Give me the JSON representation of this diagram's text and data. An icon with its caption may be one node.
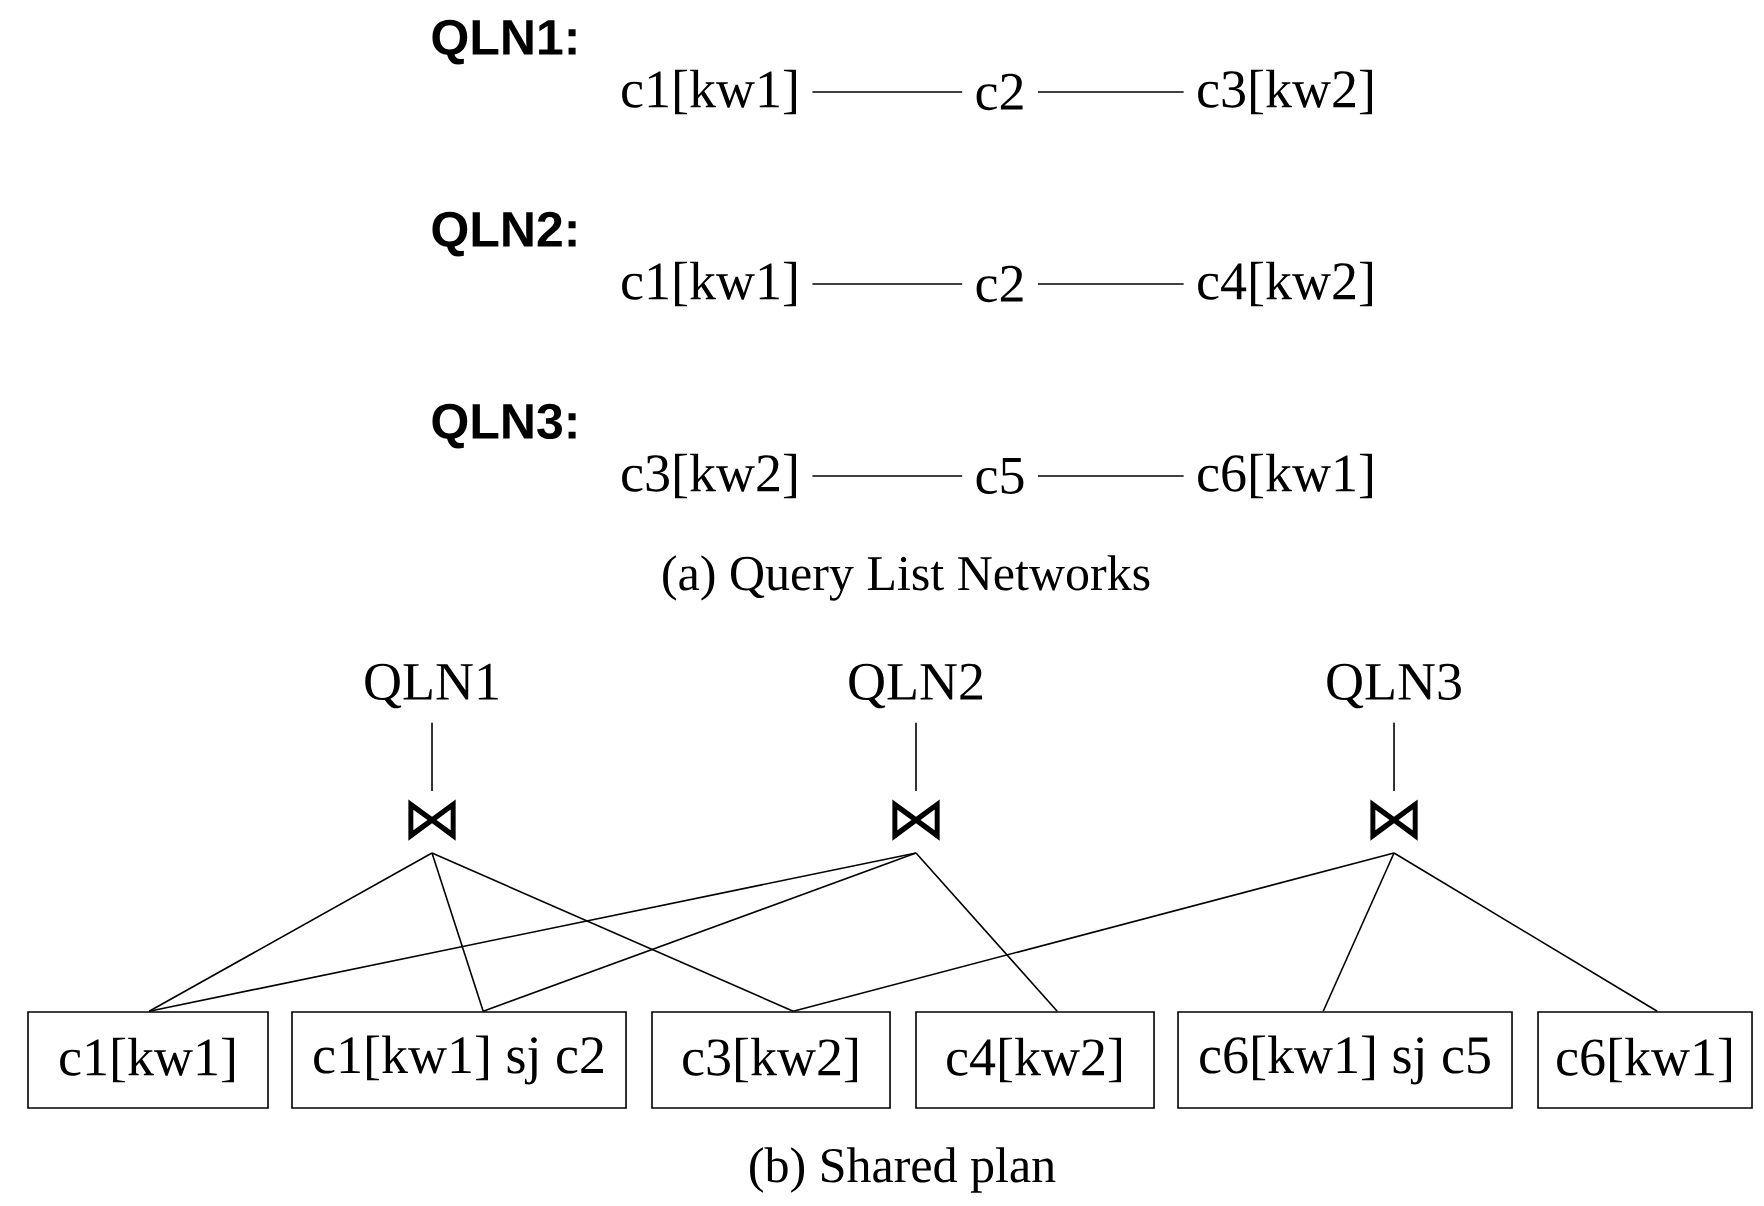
{
  "diagram": {
    "nodes": [
      {
        "text": [
          "c1[kw1]"
        ]
      },
      {
        "text": [
          "c2"
        ]
      },
      {
        "text": [
          "c3[kw2]"
        ]
      },
      {
        "text": [
          "c1[kw1]"
        ]
      },
      {
        "text": [
          "c2"
        ]
      },
      {
        "text": [
          "c4[kw2]"
        ]
      },
      {
        "text": [
          "c3[kw2]"
        ]
      },
      {
        "text": [
          "c5"
        ]
      },
      {
        "text": [
          "c6[kw1]"
        ]
      },
      {
        "text": [
          "QLN1"
        ]
      },
      {
        "text": [
          "QLN2"
        ]
      },
      {
        "text": [
          "QLN3"
        ]
      },
      {
        "text": [
          "⋈"
        ]
      },
      {
        "text": [
          "⋈"
        ]
      },
      {
        "text": [
          "⋈"
        ]
      },
      {
        "text": [
          "c1[kw1]"
        ]
      },
      {
        "text": [
          "c1[kw1] sj c2"
        ]
      },
      {
        "text": [
          "c3[kw2]"
        ]
      },
      {
        "text": [
          "c4[kw2]"
        ]
      },
      {
        "text": [
          "c6[kw1] sj c5"
        ]
      },
      {
        "text": [
          "c6[kw1]"
        ]
      }
    ],
    "edges": [
      {
        "from": 0,
        "to": 1,
        "arrow": "none"
      },
      {
        "from": 1,
        "to": 2,
        "arrow": "none"
      },
      {
        "from": 3,
        "to": 4,
        "arrow": "none"
      },
      {
        "from": 4,
        "to": 5,
        "arrow": "none"
      },
      {
        "from": 6,
        "to": 7,
        "arrow": "none"
      },
      {
        "from": 7,
        "to": 8,
        "arrow": "none"
      },
      {
        "from": 9,
        "to": 12,
        "arrow": "none"
      },
      {
        "from": 10,
        "to": 13,
        "arrow": "none"
      },
      {
        "from": 11,
        "to": 14,
        "arrow": "none"
      },
      {
        "from": 12,
        "to": 15,
        "arrow": "none"
      },
      {
        "from": 12,
        "to": 16,
        "arrow": "none"
      },
      {
        "from": 12,
        "to": 17,
        "arrow": "none"
      },
      {
        "from": 13,
        "to": 15,
        "arrow": "none"
      },
      {
        "from": 13,
        "to": 16,
        "arrow": "none"
      },
      {
        "from": 13,
        "to": 18,
        "arrow": "none"
      },
      {
        "from": 14,
        "to": 17,
        "arrow": "none"
      },
      {
        "from": 14,
        "to": 19,
        "arrow": "none"
      },
      {
        "from": 14,
        "to": 20,
        "arrow": "none"
      }
    ],
    "labels": [
      "QLN1:",
      "QLN2:",
      "QLN3:",
      "(a) Query List Networks",
      "(b) Shared plan"
    ]
  }
}
